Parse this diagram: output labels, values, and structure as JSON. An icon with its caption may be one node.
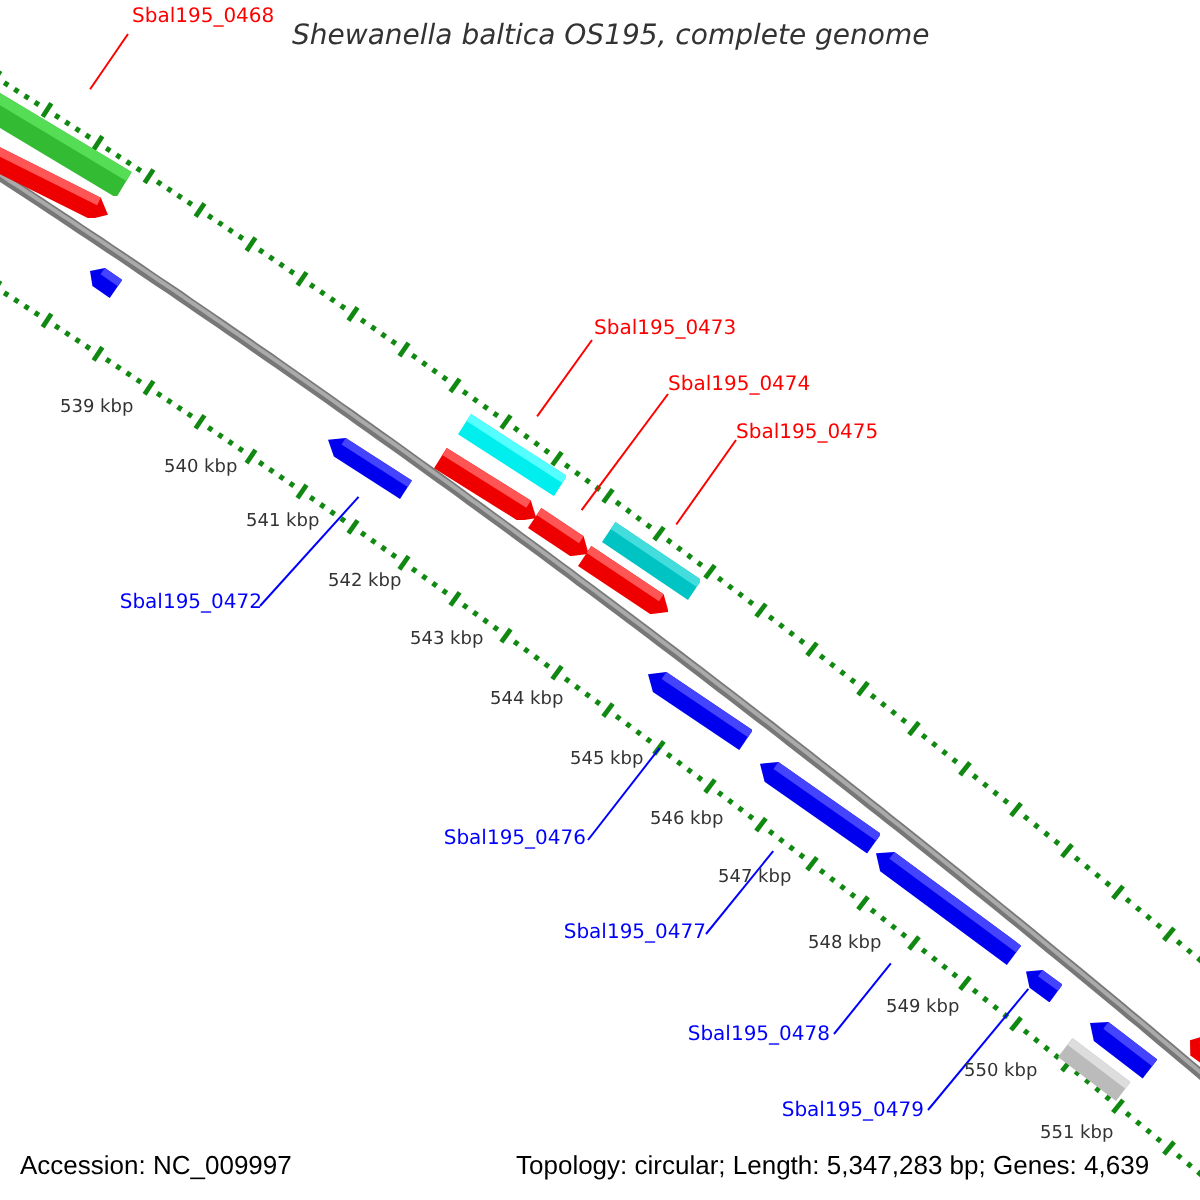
{
  "diagram": {
    "title": "Shewanella baltica OS195, complete genome",
    "nodes": [
      {
        "text": [
          "Sbal195_0468"
        ]
      },
      {
        "text": [],
        "shape": "box"
      },
      {
        "text": [],
        "shape": "bar"
      },
      {
        "text": [],
        "shape": "bar"
      },
      {
        "text": [
          "Sbal195_0473"
        ]
      },
      {
        "text": [
          "Sbal195_0474"
        ]
      },
      {
        "text": [
          "Sbal195_0475"
        ]
      },
      {
        "text": [
          "Sbal195_0472"
        ]
      },
      {
        "text": [],
        "shape": "bar"
      },
      {
        "text": [],
        "shape": "box"
      },
      {
        "text": [],
        "shape": "bar"
      },
      {
        "text": [],
        "shape": "bar"
      },
      {
        "text": [],
        "shape": "bar"
      },
      {
        "text": [],
        "shape": "box"
      },
      {
        "text": [],
        "shape": "bar"
      },
      {
        "text": [
          "Sbal195_0476"
        ]
      },
      {
        "text": [],
        "shape": "bar"
      },
      {
        "text": [
          "Sbal195_0477"
        ]
      },
      {
        "text": [],
        "shape": "bar"
      },
      {
        "text": [
          "Sbal195_0478"
        ]
      },
      {
        "text": [],
        "shape": "bar"
      },
      {
        "text": [
          "Sbal195_0479"
        ]
      },
      {
        "text": [],
        "shape": "bar"
      },
      {
        "text": [],
        "shape": "box"
      },
      {
        "text": [],
        "shape": "bar"
      }
    ],
    "edges": [
      {
        "from": 0,
        "to": 1,
        "arrow": "none",
        "color": "#ff0000"
      },
      {
        "from": 4,
        "to": 9,
        "arrow": "none",
        "color": "#ff0000"
      },
      {
        "from": 5,
        "to": 11,
        "arrow": "none",
        "color": "#ff0000"
      },
      {
        "from": 6,
        "to": 13,
        "arrow": "none",
        "color": "#ff0000"
      },
      {
        "from": 7,
        "to": 8,
        "arrow": "none"
      },
      {
        "from": 15,
        "to": 14,
        "arrow": "none"
      },
      {
        "from": 17,
        "to": 16,
        "arrow": "none"
      },
      {
        "from": 19,
        "to": 18,
        "arrow": "none"
      },
      {
        "from": 21,
        "to": 20,
        "arrow": "none"
      }
    ],
    "labels": [
      "539 kbp",
      "540 kbp",
      "541 kbp",
      "542 kbp",
      "543 kbp",
      "544 kbp",
      "545 kbp",
      "546 kbp",
      "547 kbp",
      "548 kbp",
      "549 kbp",
      "550 kbp",
      "551 kbp",
      "Accession: NC_009997",
      "Topology: circular; Length: 5,347,283 bp; Genes: 4,639"
    ]
  }
}
